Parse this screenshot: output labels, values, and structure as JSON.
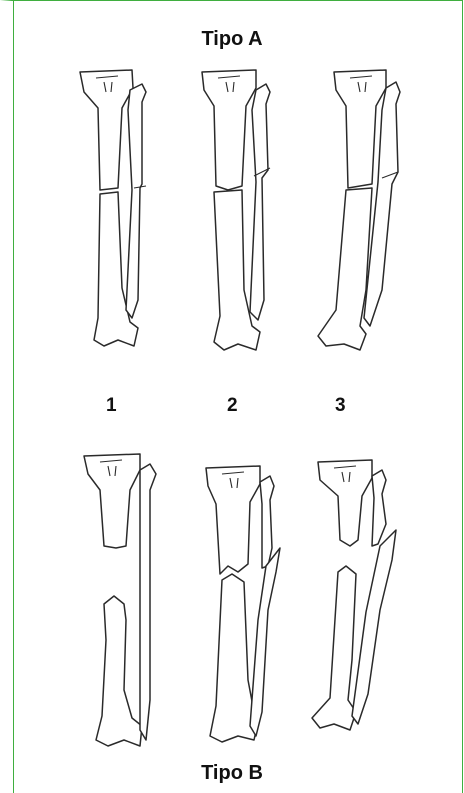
{
  "title_top": "Tipo A",
  "title_bottom": "Tipo B",
  "labels": [
    "1",
    "2",
    "3"
  ],
  "colors": {
    "border": "#3fae3f",
    "ink": "#2a2a2a"
  }
}
